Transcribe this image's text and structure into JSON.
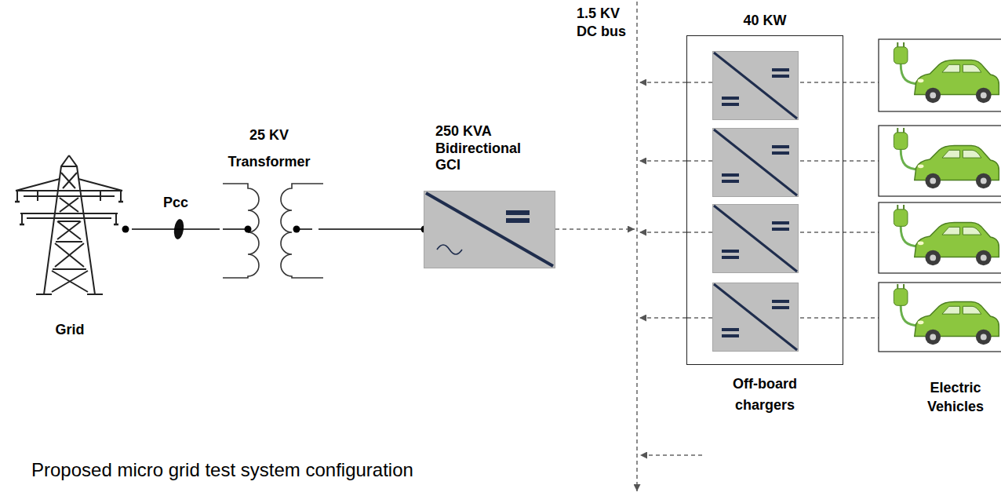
{
  "diagram": {
    "caption": "Proposed micro grid test system configuration",
    "nodes": [
      {
        "text": [
          "Grid"
        ]
      },
      {
        "text": [
          "25 KV Transformer"
        ]
      },
      {
        "text": [
          "250 KVA Bidirectional GCI"
        ]
      },
      {
        "text": [
          "1.5 KV DC bus"
        ]
      },
      {
        "text": [
          "40 KW",
          "Off-board chargers"
        ]
      }
    ],
    "edges": [
      {
        "from": 0,
        "to": 1,
        "arrow": "none"
      },
      {
        "from": 1,
        "to": 2,
        "arrow": "none"
      },
      {
        "from": 2,
        "to": 3,
        "arrow": "to"
      },
      {
        "from": 4,
        "to": 3,
        "arrow": "to"
      }
    ],
    "labels": [
      "Pcc",
      "Electric Vehicles"
    ]
  }
}
